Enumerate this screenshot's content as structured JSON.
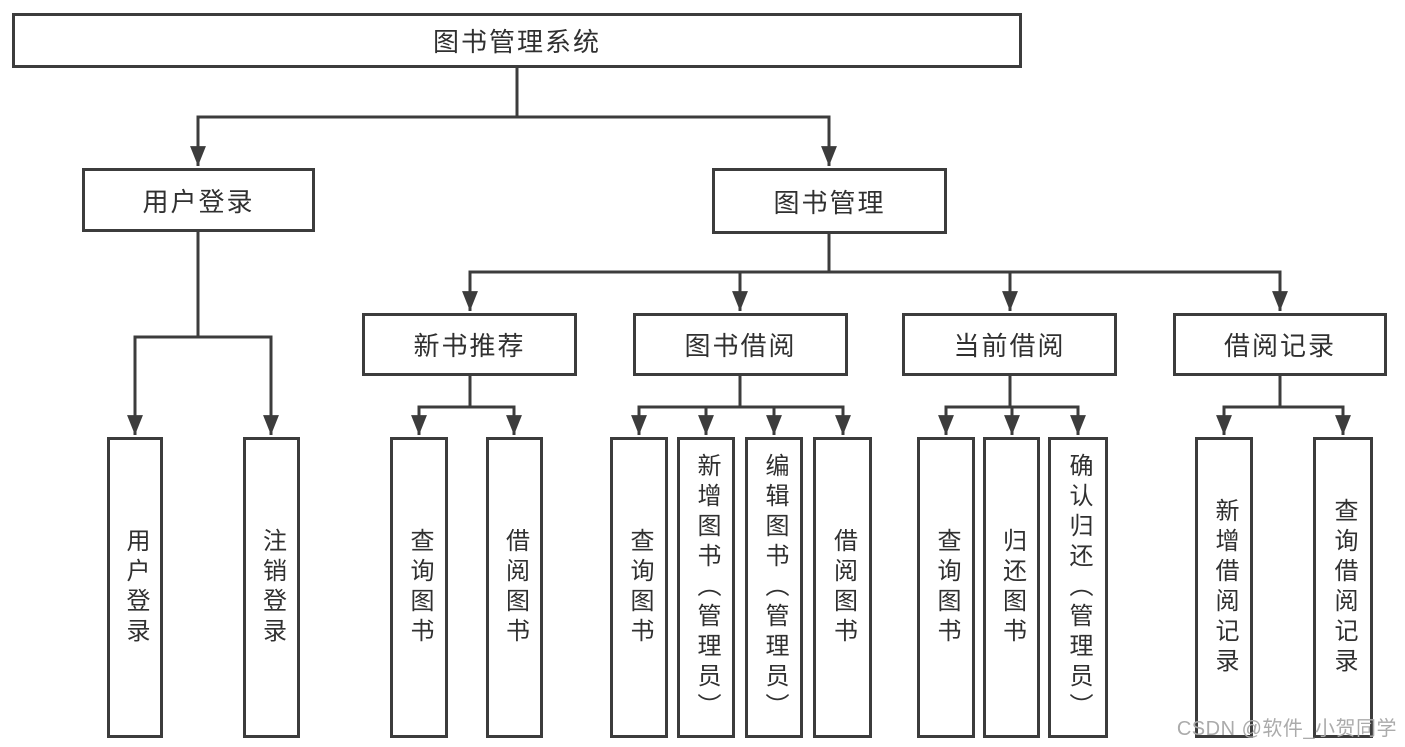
{
  "diagram": {
    "root": {
      "label": "图书管理系统"
    },
    "user_branch": {
      "label": "用户登录",
      "children": [
        "用户登录",
        "注销登录"
      ]
    },
    "book_branch": {
      "label": "图书管理",
      "groups": [
        {
          "label": "新书推荐",
          "children": [
            "查询图书",
            "借阅图书"
          ]
        },
        {
          "label": "图书借阅",
          "children": [
            "查询图书",
            "新增图书（管理员）",
            "编辑图书（管理员）",
            "借阅图书"
          ]
        },
        {
          "label": "当前借阅",
          "children": [
            "查询图书",
            "归还图书",
            "确认归还（管理员）"
          ]
        },
        {
          "label": "借阅记录",
          "children": [
            "新增借阅记录",
            "查询借阅记录"
          ]
        }
      ]
    }
  },
  "watermark": {
    "text": "CSDN @软件_小贺同学"
  },
  "colors": {
    "line": "#3c3c3c",
    "border": "#3c3c3c",
    "text": "#303030",
    "background": "#ffffff",
    "watermark": "#ababab"
  }
}
